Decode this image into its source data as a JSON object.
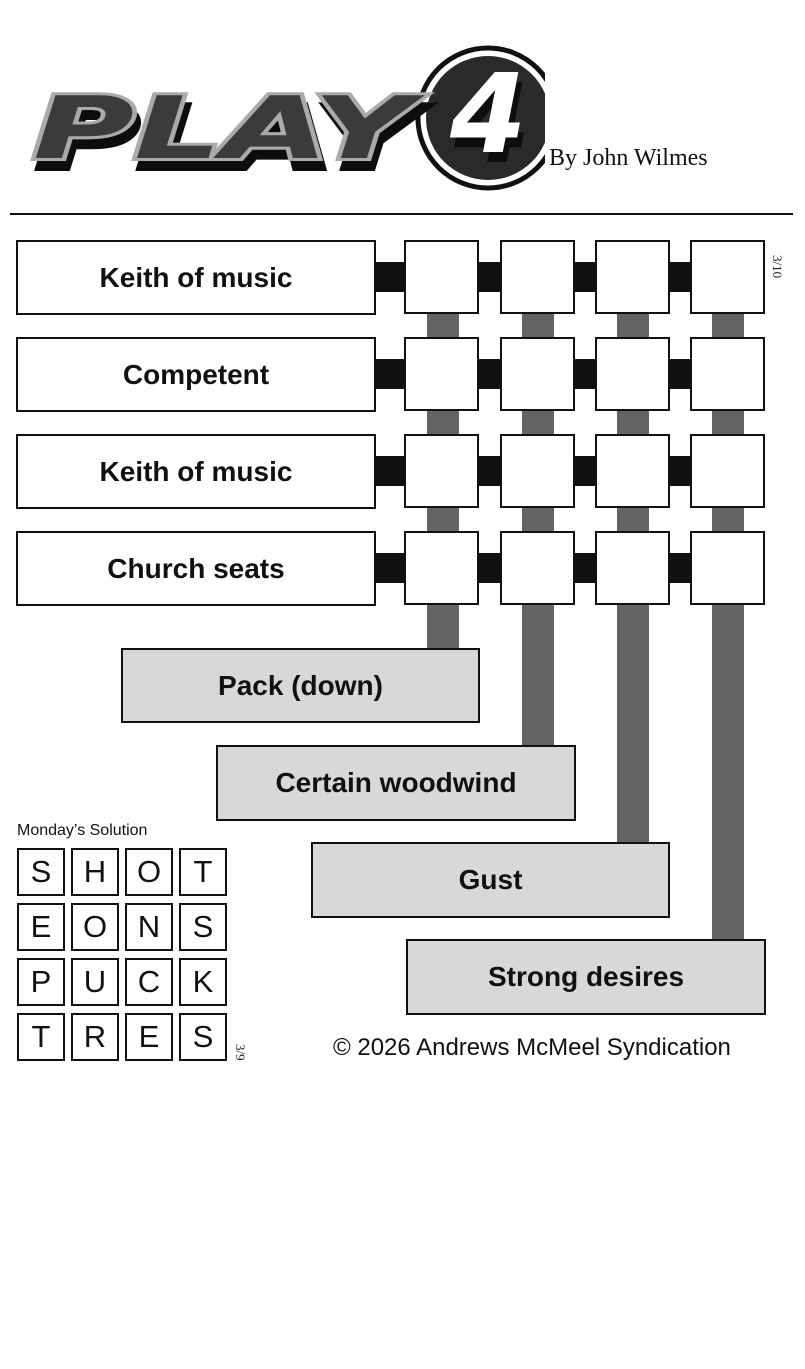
{
  "header": {
    "logo_text": "PLAY4",
    "byline": "By John Wilmes"
  },
  "puzzle": {
    "date_code": "3/10",
    "across_clues": [
      "Keith of music",
      "Competent",
      "Keith of music",
      "Church seats"
    ],
    "down_clues": [
      "Pack (down)",
      "Certain woodwind",
      "Gust",
      "Strong desires"
    ]
  },
  "solution": {
    "title": "Monday’s Solution",
    "date_code": "3/9",
    "rows": [
      [
        "S",
        "H",
        "O",
        "T"
      ],
      [
        "E",
        "O",
        "N",
        "S"
      ],
      [
        "P",
        "U",
        "C",
        "K"
      ],
      [
        "T",
        "R",
        "E",
        "S"
      ]
    ]
  },
  "footer": {
    "copyright": "© 2026 Andrews McMeel Syndication"
  },
  "colors": {
    "bar": "#646464",
    "down_box": "#d8d8d8",
    "ink": "#111111"
  }
}
